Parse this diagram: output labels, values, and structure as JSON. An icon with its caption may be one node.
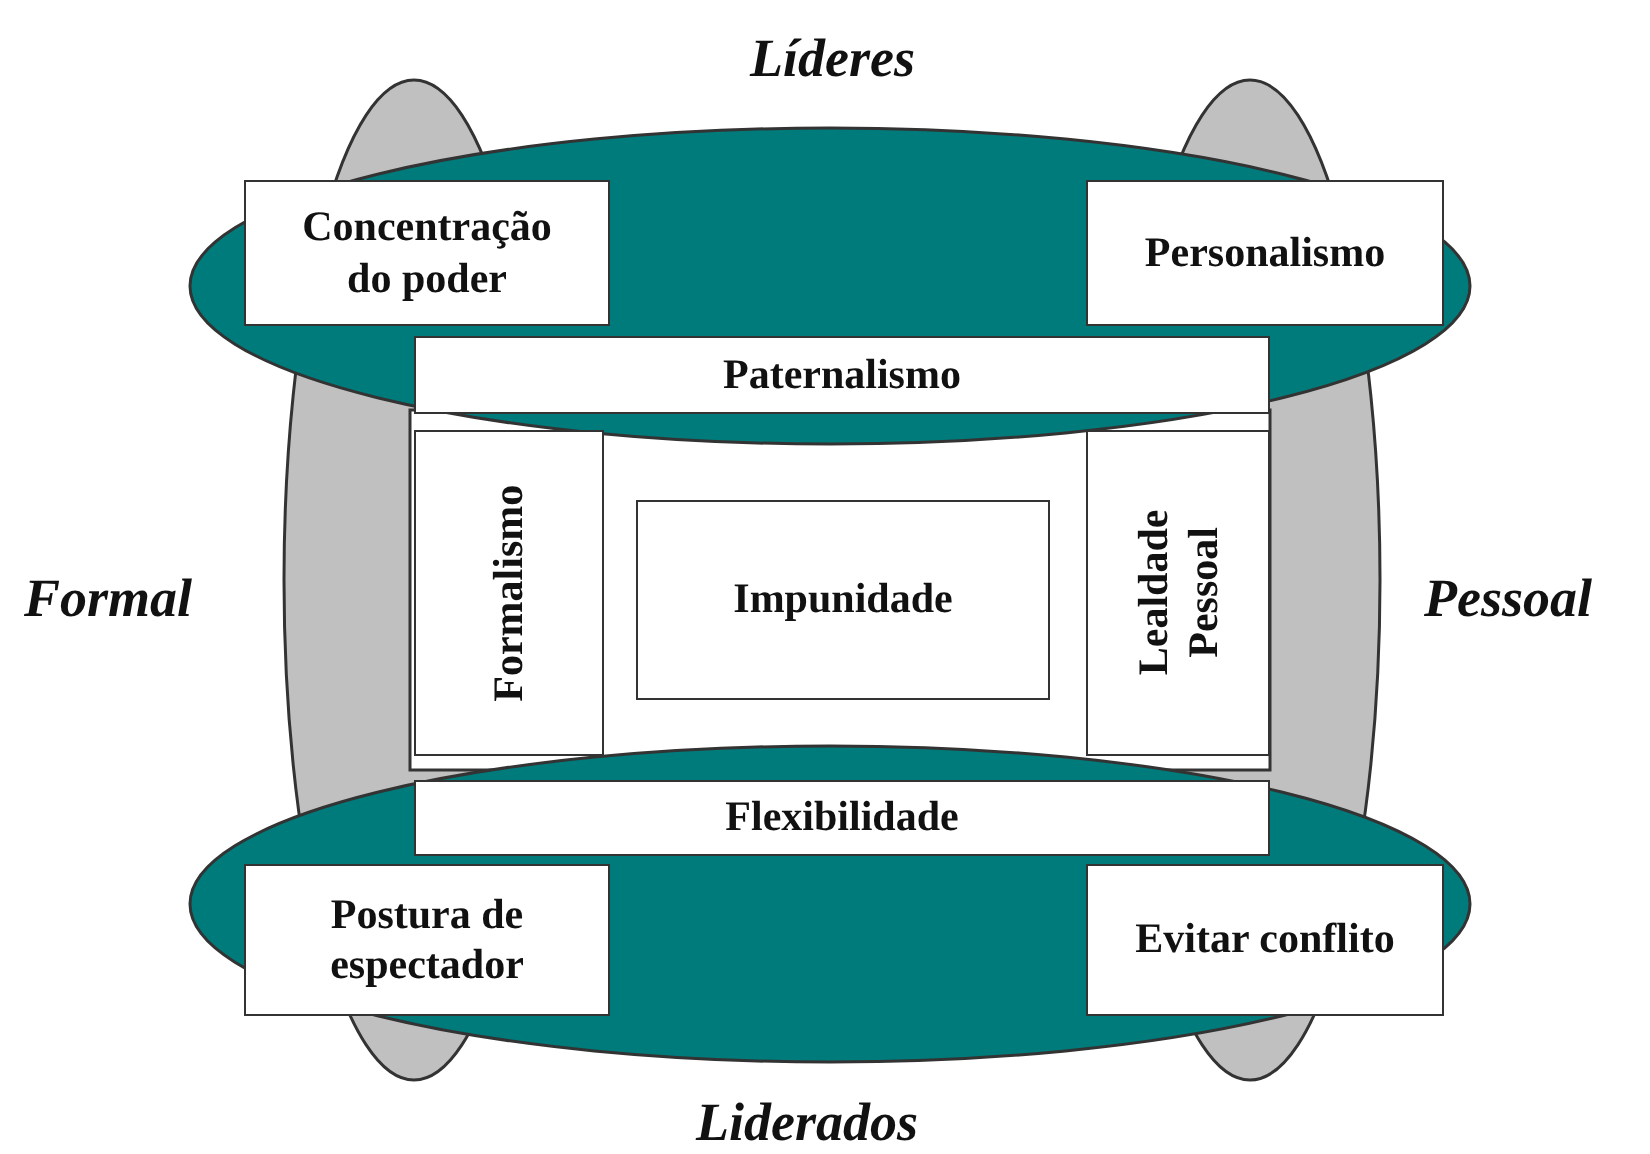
{
  "diagram": {
    "nodes": [
      {
        "text": [
          "Concentração do poder"
        ]
      },
      {
        "text": [
          "Personalismo"
        ]
      },
      {
        "text": [
          "Paternalismo"
        ]
      },
      {
        "text": [
          "Formalismo"
        ]
      },
      {
        "text": [
          "Impunidade"
        ]
      },
      {
        "text": [
          "Lealdade Pessoal"
        ]
      },
      {
        "text": [
          "Flexibilidade"
        ]
      },
      {
        "text": [
          "Postura de espectador"
        ]
      },
      {
        "text": [
          "Evitar conflito"
        ]
      }
    ],
    "labels": [
      "Líderes",
      "Formal",
      "Pessoal",
      "Liderados"
    ]
  }
}
